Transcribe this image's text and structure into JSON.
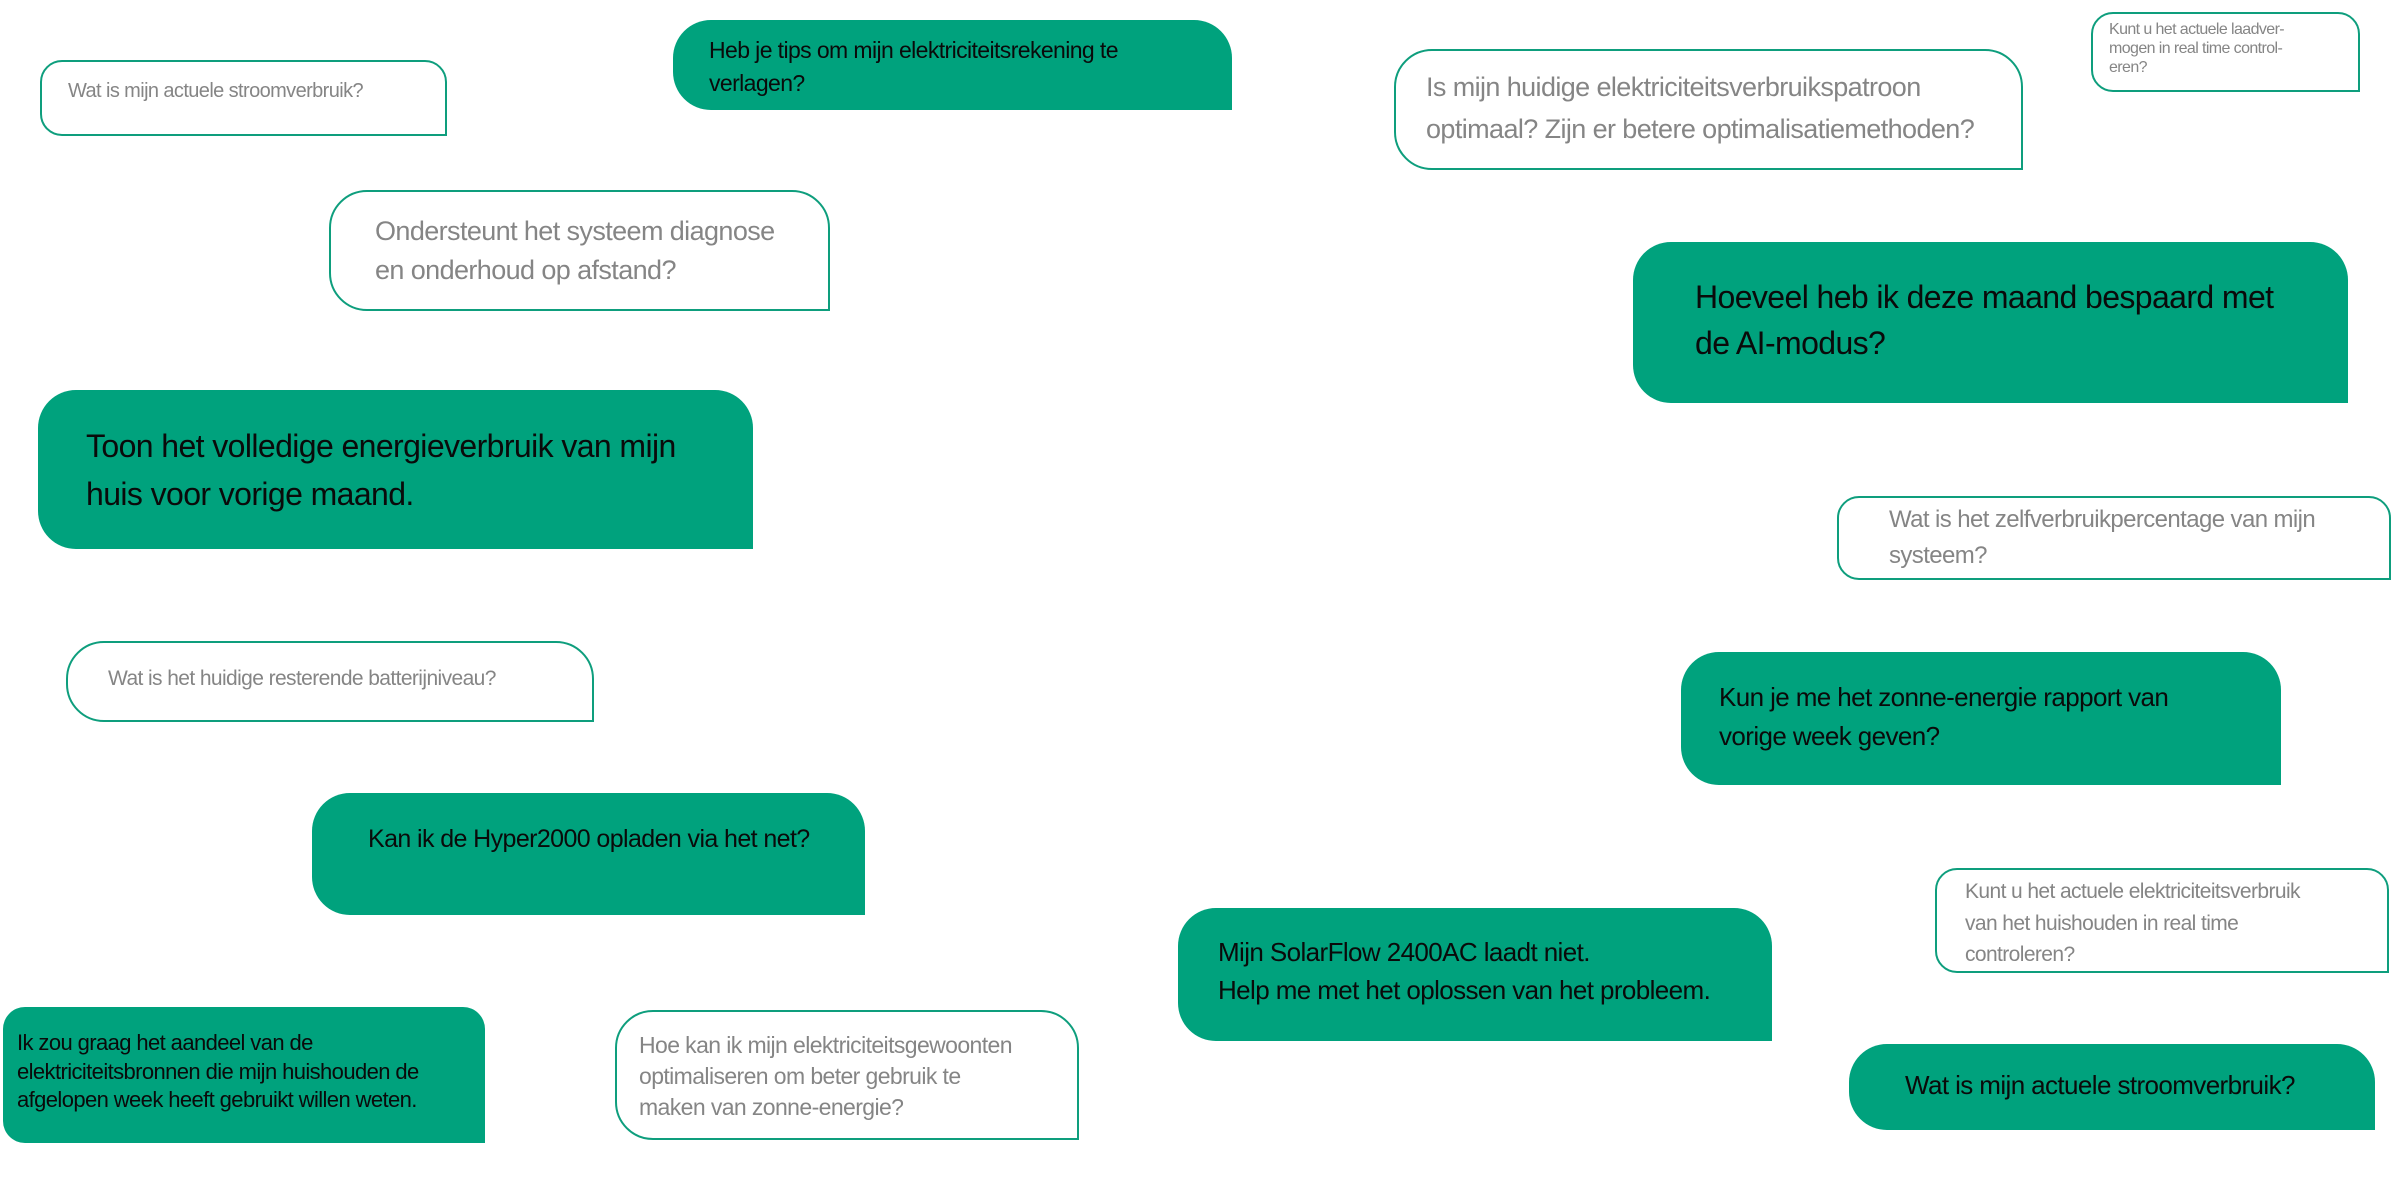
{
  "accent_color": "#00A27D",
  "suggestions": [
    {
      "text": "Wat is mijn actuele stroomverbruik?",
      "style": "outline"
    },
    {
      "text": "Heb je tips om mijn elektriciteitsrekening te\nverlagen?",
      "style": "filled"
    },
    {
      "text": "Ondersteunt het systeem diagnose\nen onderhoud op afstand?",
      "style": "outline"
    },
    {
      "text": "Toon het volledige energieverbruik van mijn\nhuis voor vorige maand.",
      "style": "filled"
    },
    {
      "text": "Wat is het huidige resterende batterijniveau?",
      "style": "outline"
    },
    {
      "text": "Kan ik de Hyper2000 opladen via het net?",
      "style": "filled"
    },
    {
      "text": "Ik zou graag het aandeel van de\nelektriciteitsbronnen die mijn huishouden de\nafgelopen week heeft gebruikt willen weten.",
      "style": "filled"
    },
    {
      "text": "Hoe kan ik mijn elektriciteitsgewoonten\noptimaliseren om beter gebruik te\nmaken van zonne-energie?",
      "style": "outline"
    },
    {
      "text": "Is mijn huidige elektriciteitsverbruikspatroon\noptimaal? Zijn er betere optimalisatiemethoden?",
      "style": "outline"
    },
    {
      "text": "Kunt u het actuele laadver-\nmogen in real time control-\neren?",
      "style": "outline"
    },
    {
      "text": "Hoeveel heb ik deze maand bespaard met\nde AI-modus?",
      "style": "filled"
    },
    {
      "text": "Wat is het zelfverbruikpercentage van mijn\nsysteem?",
      "style": "outline"
    },
    {
      "text": "Kun je me het zonne-energie rapport van\nvorige week geven?",
      "style": "filled"
    },
    {
      "text": "Kunt u het actuele elektriciteitsverbruik\nvan het huishouden in real time\ncontroleren?",
      "style": "outline"
    },
    {
      "text": "Mijn SolarFlow 2400AC laadt niet.\nHelp me met het oplossen van het probleem.",
      "style": "filled"
    },
    {
      "text": "Wat is mijn actuele stroomverbruik?",
      "style": "filled"
    }
  ]
}
